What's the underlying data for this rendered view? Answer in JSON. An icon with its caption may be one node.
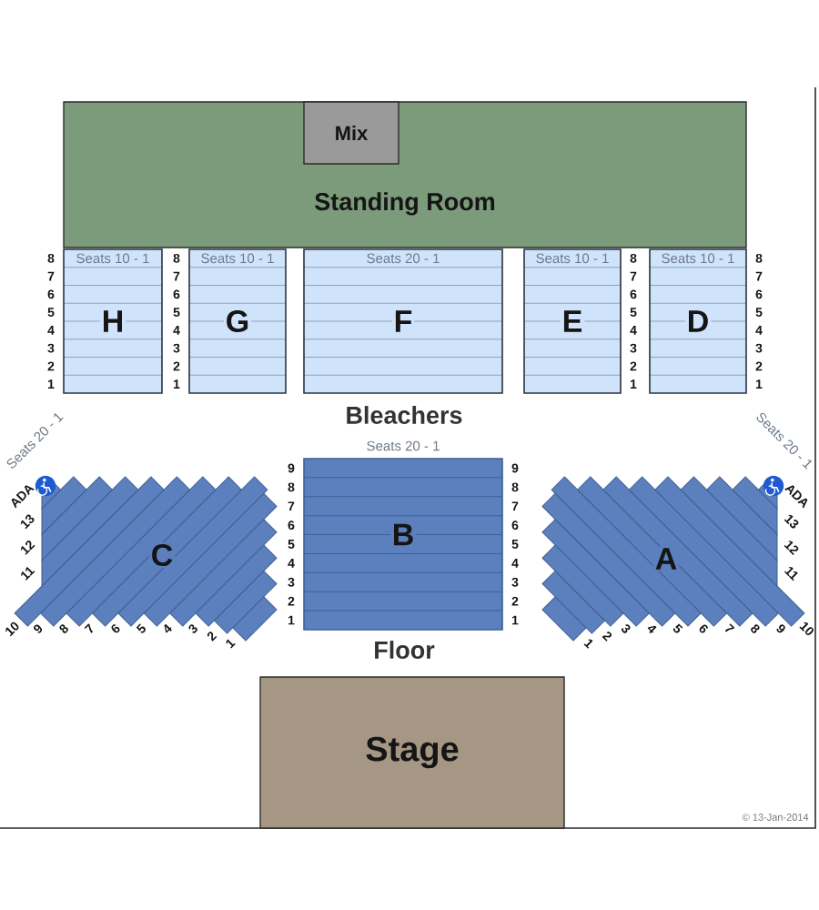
{
  "diagram": {
    "nodes": [
      {
        "text": [
          "Standing Room"
        ]
      },
      {
        "text": [
          "Mix"
        ],
        "in": 0
      },
      {
        "text": [
          "Seats 10 - 1",
          "H"
        ],
        "beside": [
          "8",
          "7",
          "6",
          "5",
          "4",
          "3",
          "2",
          "1"
        ]
      },
      {
        "text": [
          "Seats 10 - 1",
          "G"
        ],
        "beside": [
          "8",
          "7",
          "6",
          "5",
          "4",
          "3",
          "2",
          "1"
        ]
      },
      {
        "text": [
          "Seats 20 - 1",
          "F"
        ]
      },
      {
        "text": [
          "Seats 10 - 1",
          "E"
        ],
        "beside": [
          "8",
          "7",
          "6",
          "5",
          "4",
          "3",
          "2",
          "1"
        ]
      },
      {
        "text": [
          "Seats 10 - 1",
          "D"
        ],
        "beside": [
          "8",
          "7",
          "6",
          "5",
          "4",
          "3",
          "2",
          "1"
        ]
      },
      {
        "text": [
          "Seats 20 - 1",
          "C"
        ],
        "beside": [
          "ADA",
          "13",
          "12",
          "11",
          "10",
          "9",
          "8",
          "7",
          "6",
          "5",
          "4",
          "3",
          "2",
          "1"
        ]
      },
      {
        "text": [
          "Seats 20 - 1",
          "B"
        ],
        "beside": [
          "9",
          "8",
          "7",
          "6",
          "5",
          "4",
          "3",
          "2",
          "1",
          "9",
          "8",
          "7",
          "6",
          "5",
          "4",
          "3",
          "2",
          "1"
        ]
      },
      {
        "text": [
          "Seats 20 - 1",
          "A"
        ],
        "beside": [
          "ADA",
          "13",
          "12",
          "11",
          "10",
          "9",
          "8",
          "7",
          "6",
          "5",
          "4",
          "3",
          "2",
          "1"
        ]
      },
      {
        "text": [
          "Stage"
        ]
      }
    ],
    "labels": [
      "Bleachers",
      "Floor",
      "© 13-Jan-2014"
    ]
  }
}
